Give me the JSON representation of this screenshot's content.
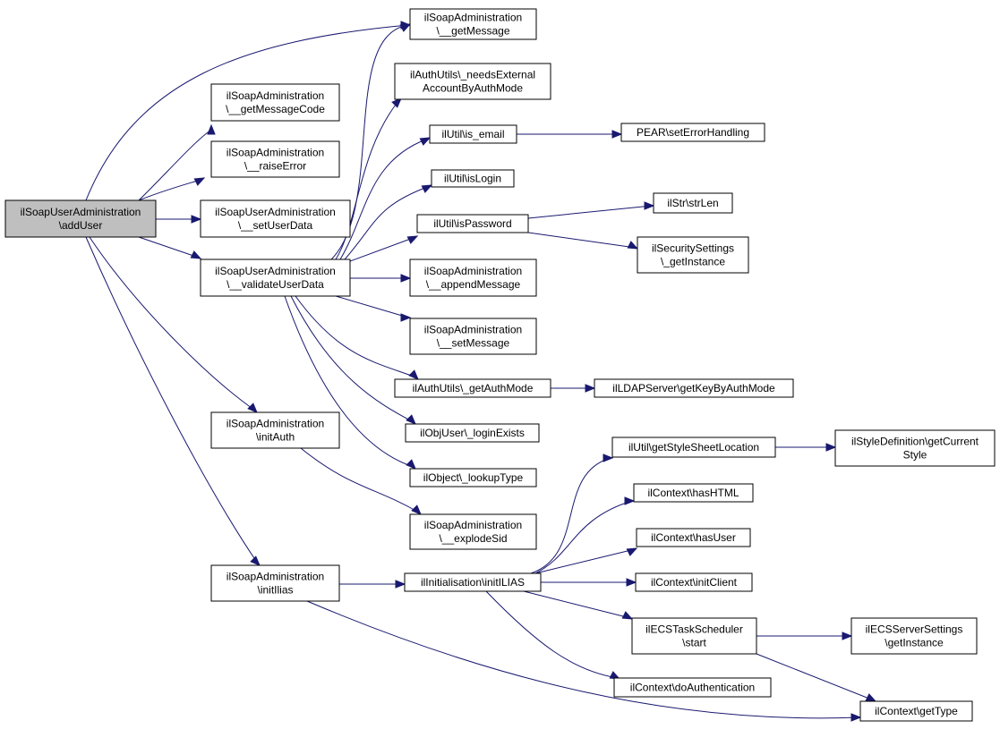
{
  "graph": {
    "colors": {
      "edge": "#191970",
      "root_fill": "#bfbfbf",
      "node_fill": "#ffffff",
      "node_border": "#000000"
    },
    "nodes": [
      {
        "id": "addUser",
        "lines": [
          "ilSoapUserAdministration",
          "\\addUser"
        ],
        "root": true
      },
      {
        "id": "getMessage",
        "lines": [
          "ilSoapAdministration",
          "\\__getMessage"
        ]
      },
      {
        "id": "getMessageCode",
        "lines": [
          "ilSoapAdministration",
          "\\__getMessageCode"
        ]
      },
      {
        "id": "raiseError",
        "lines": [
          "ilSoapAdministration",
          "\\__raiseError"
        ]
      },
      {
        "id": "setUserData",
        "lines": [
          "ilSoapUserAdministration",
          "\\__setUserData"
        ]
      },
      {
        "id": "validateUserData",
        "lines": [
          "ilSoapUserAdministration",
          "\\__validateUserData"
        ]
      },
      {
        "id": "initAuth",
        "lines": [
          "ilSoapAdministration",
          "\\initAuth"
        ]
      },
      {
        "id": "initIlias",
        "lines": [
          "ilSoapAdministration",
          "\\initIlias"
        ]
      },
      {
        "id": "needsExternal",
        "lines": [
          "ilAuthUtils\\_needsExternal",
          "AccountByAuthMode"
        ]
      },
      {
        "id": "isEmail",
        "lines": [
          "ilUtil\\is_email"
        ]
      },
      {
        "id": "isLogin",
        "lines": [
          "ilUtil\\isLogin"
        ]
      },
      {
        "id": "isPassword",
        "lines": [
          "ilUtil\\isPassword"
        ]
      },
      {
        "id": "appendMessage",
        "lines": [
          "ilSoapAdministration",
          "\\__appendMessage"
        ]
      },
      {
        "id": "setMessage",
        "lines": [
          "ilSoapAdministration",
          "\\__setMessage"
        ]
      },
      {
        "id": "getAuthMode",
        "lines": [
          "ilAuthUtils\\_getAuthMode"
        ]
      },
      {
        "id": "loginExists",
        "lines": [
          "ilObjUser\\_loginExists"
        ]
      },
      {
        "id": "lookupType",
        "lines": [
          "ilObject\\_lookupType"
        ]
      },
      {
        "id": "explodeSid",
        "lines": [
          "ilSoapAdministration",
          "\\__explodeSid"
        ]
      },
      {
        "id": "initILIAS",
        "lines": [
          "ilInitialisation\\initILIAS"
        ]
      },
      {
        "id": "setErrorHandling",
        "lines": [
          "PEAR\\setErrorHandling"
        ]
      },
      {
        "id": "strLen",
        "lines": [
          "ilStr\\strLen"
        ]
      },
      {
        "id": "secGetInstance",
        "lines": [
          "ilSecuritySettings",
          "\\_getInstance"
        ]
      },
      {
        "id": "getKeyByAuthMode",
        "lines": [
          "ilLDAPServer\\getKeyByAuthMode"
        ]
      },
      {
        "id": "getStyleSheetLocation",
        "lines": [
          "ilUtil\\getStyleSheetLocation"
        ]
      },
      {
        "id": "getCurrentStyle",
        "lines": [
          "ilStyleDefinition\\getCurrent",
          "Style"
        ]
      },
      {
        "id": "hasHTML",
        "lines": [
          "ilContext\\hasHTML"
        ]
      },
      {
        "id": "hasUser",
        "lines": [
          "ilContext\\hasUser"
        ]
      },
      {
        "id": "initClient",
        "lines": [
          "ilContext\\initClient"
        ]
      },
      {
        "id": "ecsStart",
        "lines": [
          "ilECSTaskScheduler",
          "\\start"
        ]
      },
      {
        "id": "ecsGetInstance",
        "lines": [
          "ilECSServerSettings",
          "\\getInstance"
        ]
      },
      {
        "id": "doAuthentication",
        "lines": [
          "ilContext\\doAuthentication"
        ]
      },
      {
        "id": "getType",
        "lines": [
          "ilContext\\getType"
        ]
      }
    ]
  }
}
